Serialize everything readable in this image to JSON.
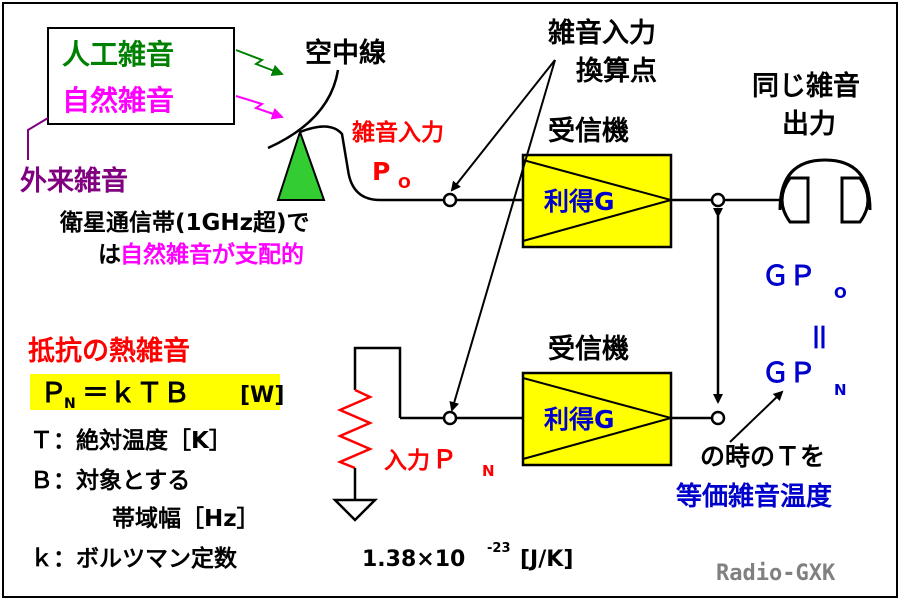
{
  "noise_box": {
    "artificial": "人工雑音",
    "natural": "自然雑音"
  },
  "antenna_label": "空中線",
  "external_noise": "外来雑音",
  "satellite_note": {
    "line1": "衛星通信帯(1GHz超)で",
    "line2_prefix": "は",
    "line2_highlight": "自然雑音が支配的"
  },
  "conversion_point": {
    "line1": "雑音入力",
    "line2": "換算点"
  },
  "upper_input": {
    "label": "雑音入力",
    "symbol": "P",
    "subscript": "O"
  },
  "receiver_upper": {
    "title": "受信機",
    "gain": "利得G"
  },
  "receiver_lower": {
    "title": "受信機",
    "gain": "利得G"
  },
  "same_output": {
    "line1": "同じ雑音",
    "line2": "出力"
  },
  "equation_right": {
    "gpo": "ＧＰ",
    "gpo_sub": "O",
    "equals": "＝",
    "gpn": "ＧＰ",
    "gpn_sub": "N"
  },
  "when_t": "の時のＴを",
  "equiv_temp": "等価雑音温度",
  "thermal_title": "抵抗の熱雑音",
  "formula": {
    "lhs": "Ｐ",
    "lhs_sub": "N",
    "rhs": "＝ｋＴＢ",
    "unit": "[W]"
  },
  "defs": {
    "t_line": "Ｔ：絶対温度［K］",
    "b_line1": "Ｂ：対象とする",
    "b_line2": "帯域幅［Hz］",
    "k_prefix": "ｋ：ボルツマン定数",
    "k_value": "1.38×10",
    "k_exp": "-23",
    "k_unit": "[J/K]"
  },
  "lower_input": {
    "label": "入力",
    "symbol": "Ｐ",
    "subscript": "N"
  },
  "watermark": "Radio-GXK",
  "colors": {
    "green": "#008000",
    "magenta": "#ff00ff",
    "purple": "#800080",
    "red": "#ff0000",
    "blue": "#0000cc",
    "yellow": "#ffff00",
    "antenna_green": "#33cc33",
    "highlight_yellow": "#ffff00",
    "watermark_gray": "#808080"
  }
}
